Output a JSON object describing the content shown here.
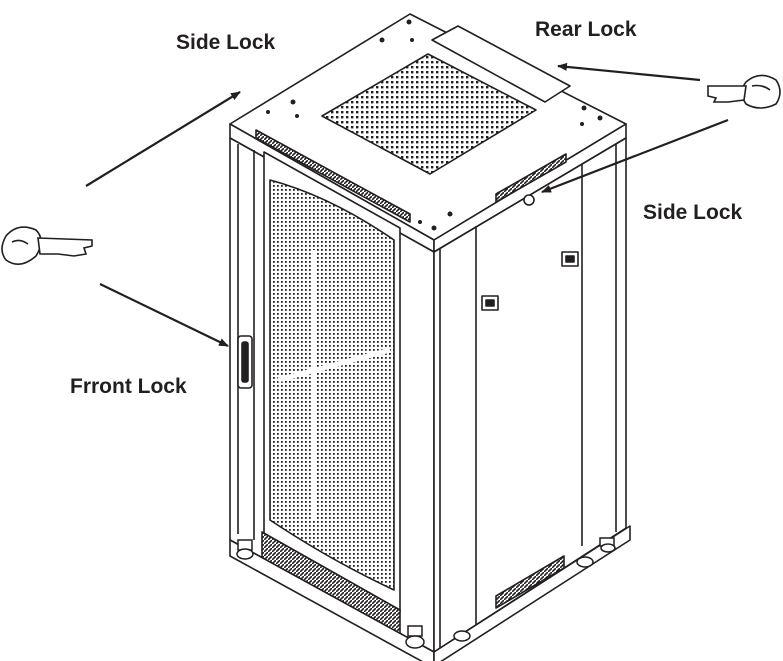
{
  "labels": {
    "side_lock_top": "Side Lock",
    "rear_lock": "Rear Lock",
    "side_lock_right": "Side Lock",
    "front_lock": "Frront Lock"
  },
  "colors": {
    "line": "#231f20",
    "background": "#ffffff"
  },
  "icons": [
    "key-icon",
    "key-icon"
  ]
}
